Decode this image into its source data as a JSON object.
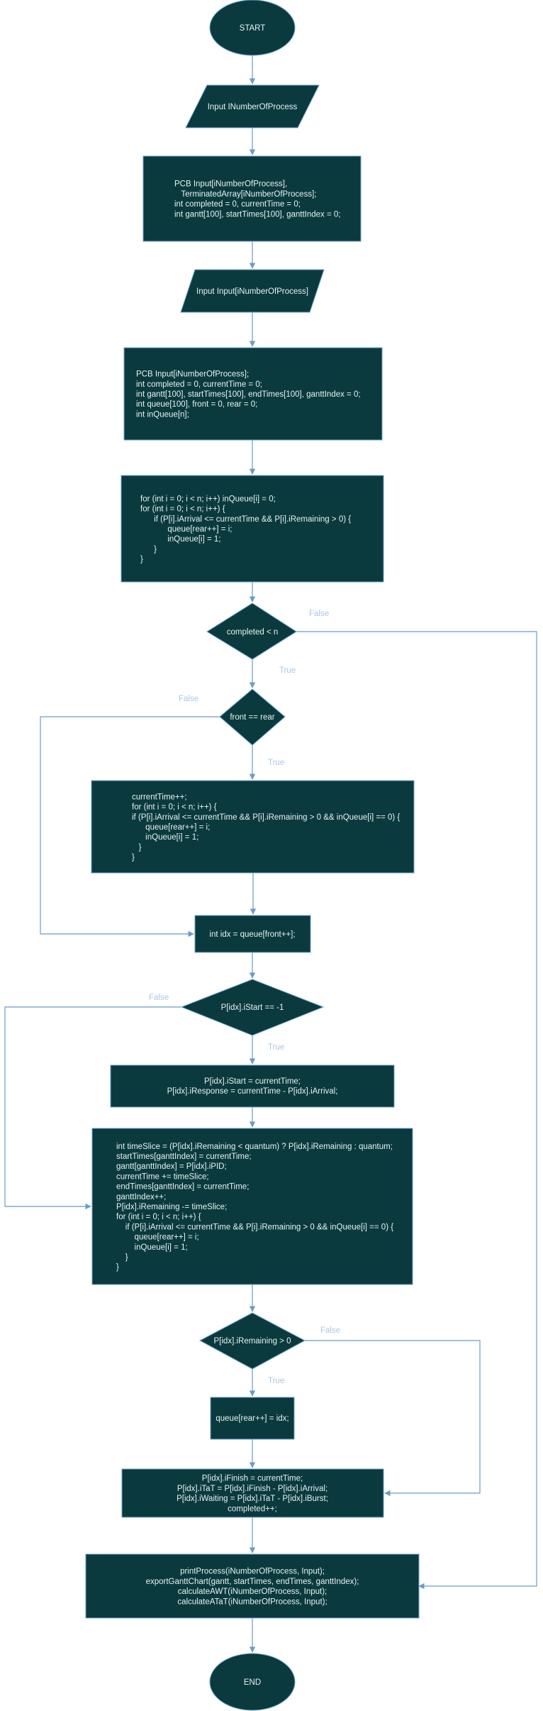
{
  "nodes": {
    "start": [
      "START"
    ],
    "input_n": [
      "Input INumberOfProcess"
    ],
    "decl1": [
      "PCB Input[iNumberOfProcess],",
      "   TerminatedArray[iNumberOfProcess];",
      "int completed = 0, currentTime = 0;",
      "int gantt[100], startTimes[100], ganttIndex = 0;"
    ],
    "input_arr": [
      "Input Input[iNumberOfProcess]"
    ],
    "decl2": [
      "PCB Input[iNumberOfProcess];",
      "int completed = 0, currentTime = 0;",
      "int gantt[100], startTimes[100], endTimes[100], ganttIndex = 0;",
      "int queue[100], front = 0, rear = 0;",
      "int inQueue[n];"
    ],
    "init_loop": [
      "for (int i = 0; i < n; i++) inQueue[i] = 0;",
      "for (int i = 0; i < n; i++) {",
      "      if (P[i].iArrival <= currentTime && P[i].iRemaining > 0) {",
      "            queue[rear++] = i;",
      "            inQueue[i] = 1;",
      "      }",
      "}"
    ],
    "cond_completed": [
      "completed < n"
    ],
    "cond_front": [
      "front == rear"
    ],
    "idle_block": [
      "currentTime++;",
      "for (int i = 0; i < n; i++) {",
      "if (P[i].iArrival <= currentTime && P[i].iRemaining > 0 && inQueue[i] == 0) {",
      "      queue[rear++] = i;",
      "      inQueue[i] = 1;",
      "   }",
      "}"
    ],
    "dequeue": [
      "int idx = queue[front++];"
    ],
    "cond_start": [
      "P[idx].iStart == -1"
    ],
    "set_start": [
      "P[idx].iStart = currentTime;",
      "P[idx].iResponse = currentTime - P[idx].iArrival;"
    ],
    "run_block": [
      "int timeSlice = (P[idx].iRemaining < quantum) ? P[idx].iRemaining : quantum;",
      "startTimes[ganttIndex] = currentTime;",
      "gantt[ganttIndex] = P[idx].iPID;",
      "currentTime += timeSlice;",
      "endTimes[ganttIndex] = currentTime;",
      "ganttIndex++;",
      "P[idx].iRemaining -= timeSlice;",
      "for (int i = 0; i < n; i++) {",
      "    if (P[i].iArrival <= currentTime && P[i].iRemaining > 0 && inQueue[i] == 0) {",
      "        queue[rear++] = i;",
      "        inQueue[i] = 1;",
      "    }",
      "}"
    ],
    "cond_remaining": [
      "P[idx].iRemaining > 0"
    ],
    "requeue": [
      "queue[rear++] = idx;"
    ],
    "finish": [
      "P[idx].iFinish = currentTime;",
      "P[idx].iTaT = P[idx].iFinish - P[idx].iArrival;",
      "P[idx].iWaiting = P[idx].iTaT - P[idx].iBurst;",
      "completed++;"
    ],
    "print": [
      "printProcess(iNumberOfProcess, Input);",
      "exportGanttChart(gantt, startTimes, endTimes, ganttIndex);",
      "calculateAWT(iNumberOfProcess, Input);",
      "calculateATaT(iNumberOfProcess, Input);"
    ],
    "end": [
      "END"
    ]
  },
  "edge_labels": {
    "completed_false": "False",
    "completed_true": "True",
    "front_false": "False",
    "front_true": "True",
    "start_false": "False",
    "start_true": "True",
    "remaining_false": "False",
    "remaining_true": "True"
  },
  "colors": {
    "node_fill": "#0b3a3e",
    "node_stroke": "#6ea0cc",
    "edge": "#6c9bc7",
    "node_text": "#e6f2f2",
    "edge_label": "#a9c7e6"
  }
}
